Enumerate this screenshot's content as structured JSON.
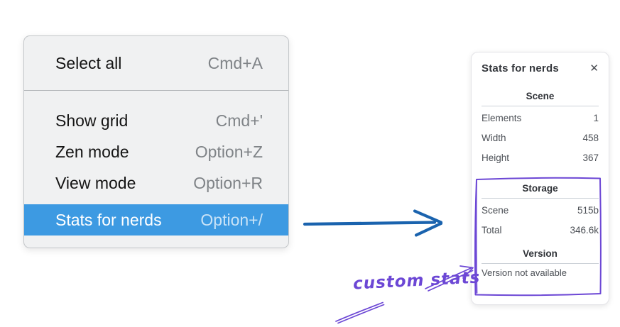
{
  "colors": {
    "menu_highlight_blue": "#3d9ae2",
    "flow_arrow_blue": "#1a63ae",
    "annotation_purple": "#6c47d5"
  },
  "context_menu": {
    "items": [
      {
        "label": "Select all",
        "shortcut": "Cmd+A",
        "highlighted": false
      },
      {
        "label": "Show grid",
        "shortcut": "Cmd+'",
        "highlighted": false
      },
      {
        "label": "Zen mode",
        "shortcut": "Option+Z",
        "highlighted": false
      },
      {
        "label": "View mode",
        "shortcut": "Option+R",
        "highlighted": false
      },
      {
        "label": "Stats for nerds",
        "shortcut": "Option+/",
        "highlighted": true
      }
    ]
  },
  "stats_panel": {
    "title": "Stats for nerds",
    "close_icon": "✕",
    "scene": {
      "heading": "Scene",
      "rows": [
        {
          "label": "Elements",
          "value": "1"
        },
        {
          "label": "Width",
          "value": "458"
        },
        {
          "label": "Height",
          "value": "367"
        }
      ]
    },
    "storage": {
      "heading": "Storage",
      "rows": [
        {
          "label": "Scene",
          "value": "515b"
        },
        {
          "label": "Total",
          "value": "346.6k"
        }
      ]
    },
    "version": {
      "heading": "Version",
      "note": "Version not available"
    }
  },
  "annotations": {
    "custom_stats_label": "custom stats"
  }
}
